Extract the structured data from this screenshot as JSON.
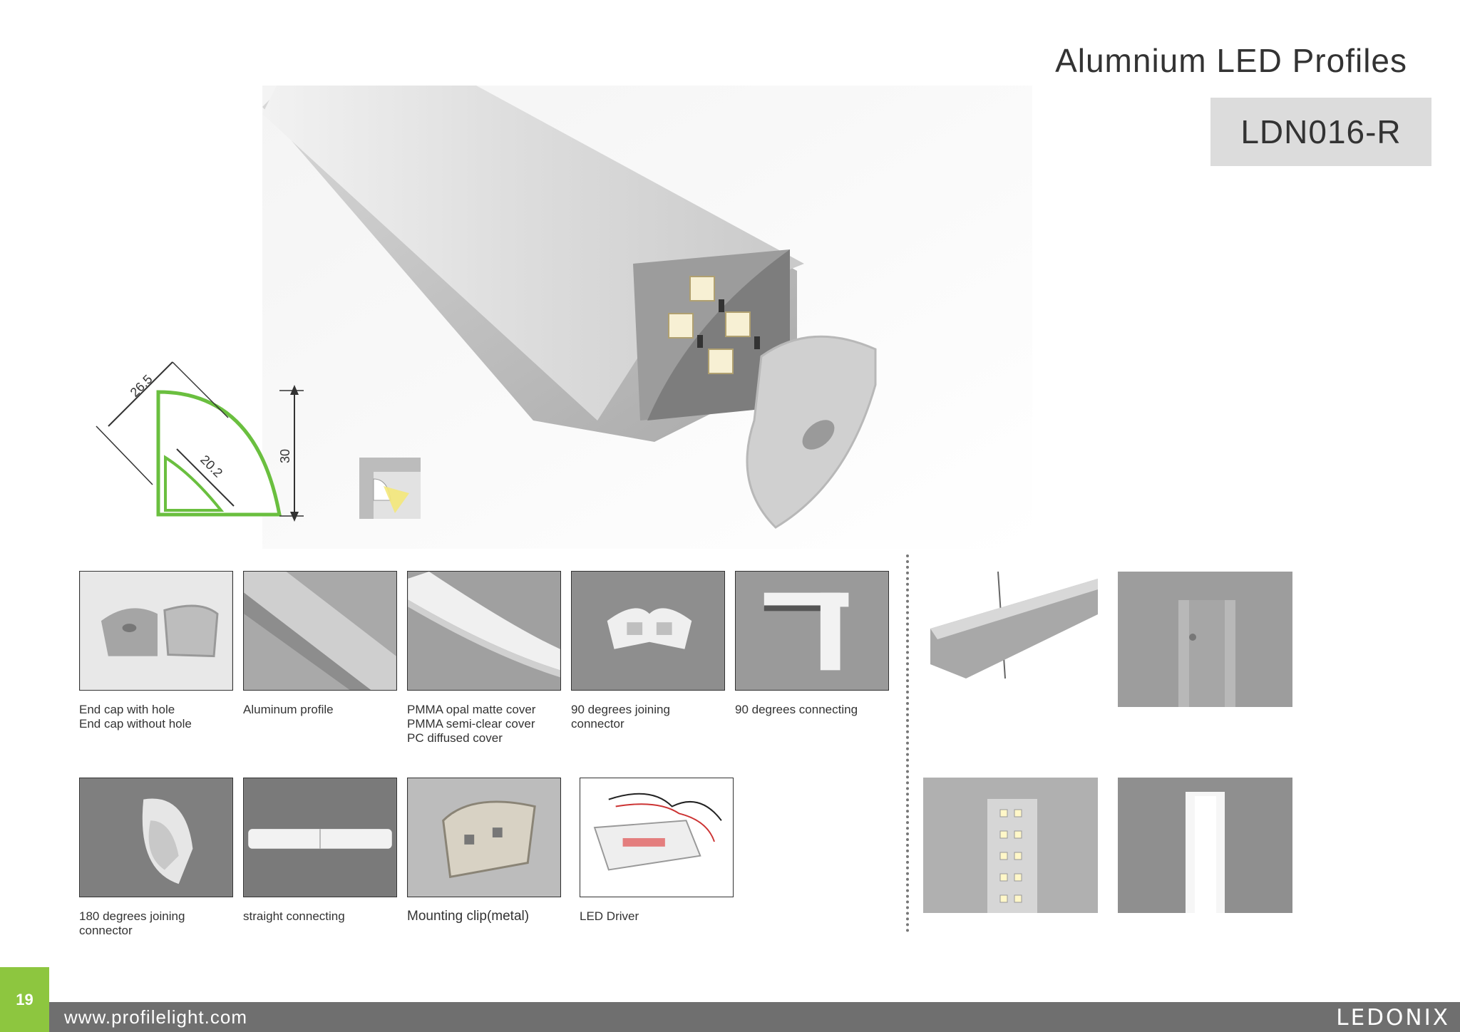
{
  "header": {
    "title": "Alumnium LED Profiles",
    "product_code": "LDN016-R"
  },
  "drawing": {
    "dim_outer_arc": "26.5",
    "dim_inner": "20.2",
    "dim_height": "30"
  },
  "accessories": [
    {
      "caption": "End cap with hole\nEnd cap without hole"
    },
    {
      "caption": "Aluminum profile"
    },
    {
      "caption": "PMMA opal matte cover\nPMMA semi-clear cover\nPC diffused cover"
    },
    {
      "caption": "90 degrees joining\nconnector"
    },
    {
      "caption": "90 degrees connecting"
    },
    {
      "caption": "180 degrees joining\nconnector"
    },
    {
      "caption": "straight connecting"
    },
    {
      "caption": "Mounting clip(metal)"
    },
    {
      "caption": "LED Driver"
    }
  ],
  "footer": {
    "page_number": "19",
    "url": "www.profilelight.com",
    "brand": "LEDONIX"
  },
  "colors": {
    "accent_green": "#8dc63f",
    "footer_gray": "#6f6f6f",
    "code_box_gray": "#dcdcdc"
  }
}
